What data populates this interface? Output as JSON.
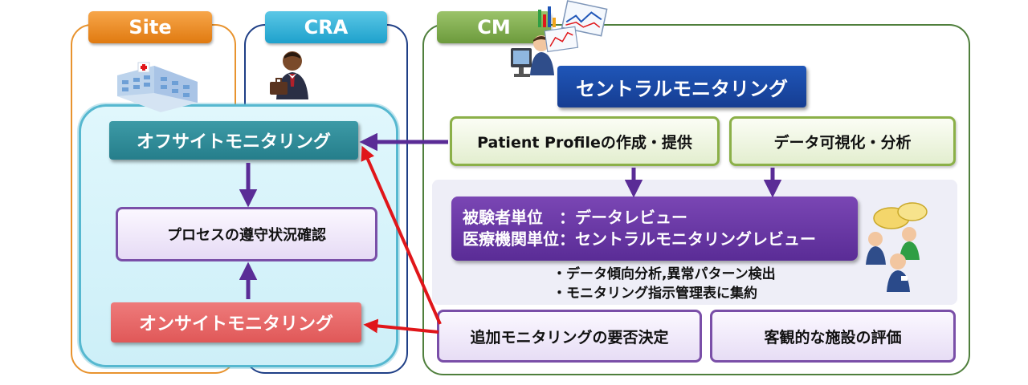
{
  "headers": {
    "site": "Site",
    "cra": "CRA",
    "cm": "CM"
  },
  "boxes": {
    "offsite": "オフサイトモニタリング",
    "process": "プロセスの遵守状況確認",
    "onsite": "オンサイトモニタリング",
    "central": "セントラルモニタリング",
    "profile": "Patient Profileの作成・提供",
    "visualize": "データ可視化・分析",
    "review_line1": "被験者単位　：データレビュー",
    "review_line2": "医療機関単位：セントラルモニタリングレビュー",
    "bullet1": "・データ傾向分析,異常パターン検出",
    "bullet2": "・モニタリング指示管理表に集約",
    "decision": "追加モニタリングの要否決定",
    "evaluation": "客観的な施設の評価"
  },
  "icons": {
    "site": "hospital-icon",
    "cra": "businessman-icon",
    "cm": "analyst-at-computer-icon",
    "charts": "charts-icon",
    "team": "discussion-team-icon"
  },
  "colors": {
    "site": "#e8932e",
    "cra": "#1f3f86",
    "cm": "#4f7f3c",
    "flow_arrow": "#5a2c96",
    "feedback_arrow": "#e0161a"
  }
}
